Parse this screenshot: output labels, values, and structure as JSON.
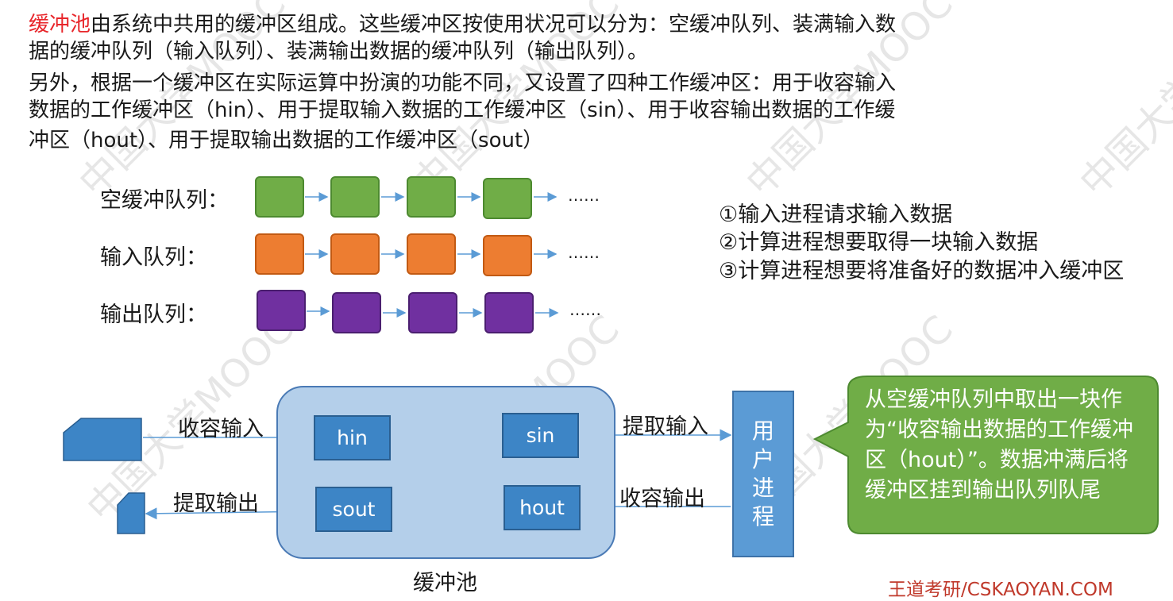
{
  "intro": {
    "highlight": "缓冲池",
    "line1_rest": "由系统中共用的缓冲区组成。这些缓冲区按使用状况可以分为：空缓冲队列、装满输入数",
    "line2": "据的缓冲队列（输入队列）、装满输出数据的缓冲队列（输出队列）。",
    "line3": "另外，根据一个缓冲区在实际运算中扮演的功能不同，又设置了四种工作缓冲区：用于收容输入",
    "line4": "数据的工作缓冲区（hin）、用于提取输入数据的工作缓冲区（sin）、用于收容输出数据的工作缓",
    "line5": "冲区（hout）、用于提取输出数据的工作缓冲区（sout）"
  },
  "queues": [
    {
      "label": "空缓冲队列：",
      "color": "#70ad47",
      "ellipsis": "……"
    },
    {
      "label": "输入队列：",
      "color": "#ed7d31",
      "ellipsis": "……"
    },
    {
      "label": "输出队列：",
      "color": "#7030a0",
      "ellipsis": "……"
    }
  ],
  "steps": [
    "①输入进程请求输入数据",
    "②计算进程想要取得一块输入数据",
    "③计算进程想要将准备好的数据冲入缓冲区"
  ],
  "pool": {
    "label": "缓冲池",
    "hin": "hin",
    "sin": "sin",
    "sout": "sout",
    "hout": "hout"
  },
  "arrows": {
    "collect_input": "收容输入",
    "extract_output": "提取输出",
    "extract_input": "提取输入",
    "collect_output": "收容输出"
  },
  "process_label": "用\n户\n进\n程",
  "callout": "从空缓冲队列中取出一块作为“收容输出数据的工作缓冲区（hout）”。数据冲满后将缓冲区挂到输出队列队尾",
  "brand": "王道考研/CSKAOYAN.COM",
  "watermark": "中国大学MOOC"
}
